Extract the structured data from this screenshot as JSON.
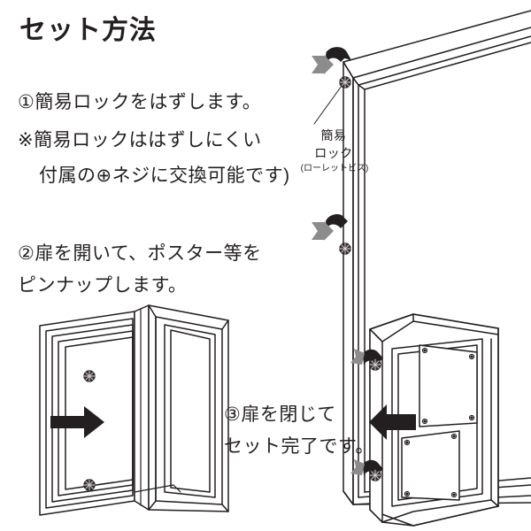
{
  "page": {
    "title": "セット方法",
    "background_color": "#ffffff",
    "ink_color": "#231f20",
    "arrow_fill_dark": "#231f20",
    "arrow_fill_gray": "#808080"
  },
  "steps": [
    {
      "id": "step1",
      "lines": [
        "①簡易ロックをはずします。",
        "※簡易ロックははずしにくい",
        "付属の⊕ネジに交換可能です)"
      ]
    },
    {
      "id": "step2",
      "lines": [
        "②扉を開いて、ポスター等を",
        "ピンナップします。"
      ]
    },
    {
      "id": "step3",
      "lines": [
        "③扉を閉じて",
        "セット完了です。"
      ]
    }
  ],
  "callout": {
    "lines": [
      "簡易",
      "ロック",
      "(ローレットビス)"
    ]
  },
  "illustrations": {
    "top_frame": {
      "name": "poster-case-perspective",
      "locks": 2,
      "arrow_direction": "counter-clockwise-loosen"
    },
    "open_door": {
      "name": "poster-case-open-door",
      "arrow_direction": "right"
    },
    "closed_frame": {
      "name": "poster-case-closed-with-posters",
      "posters": 2,
      "arrow_direction": "left",
      "locks": 2,
      "lock_arrow_direction": "clockwise-tighten"
    }
  }
}
